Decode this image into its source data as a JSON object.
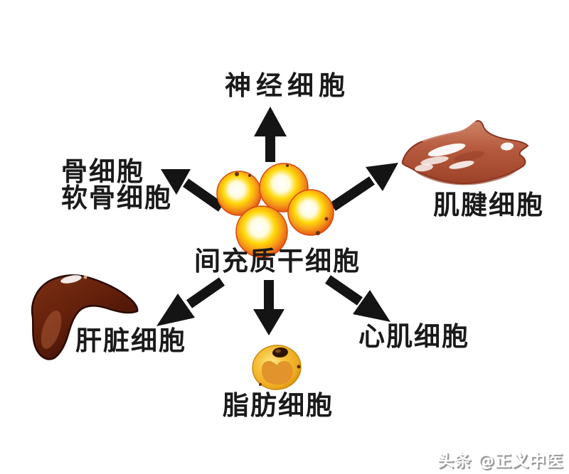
{
  "diagram": {
    "description_type": "stem-cell differentiation diagram",
    "center_label": "间充质干细胞",
    "labels": {
      "nerve": "神经细胞",
      "bone": "骨细胞",
      "cartilage": "软骨细胞",
      "tendon": "肌腱细胞",
      "liver": "肝脏细胞",
      "cardiac": "心肌细胞",
      "fat": "脂肪细胞"
    },
    "images": {
      "stem_cells": "cluster of four orange-yellow stem cells",
      "tendon": "reddish muscle/tendon tissue",
      "liver": "dark brown liver",
      "fat": "golden fat cell"
    },
    "watermark": "头条 @正义中医"
  },
  "colors": {
    "background": "#ffffff",
    "arrow": "#141414",
    "label_text": "#1a1a1a",
    "stem_cell_edge": "#dd4a12",
    "stem_cell_orange": "#f79b18",
    "stem_cell_yellow": "#ffd90a",
    "tendon_red": "#b65a3e",
    "liver_brown": "#5a1c0a",
    "fat_gold": "#f3b31c",
    "watermark_gray": "#8f8f8f"
  }
}
